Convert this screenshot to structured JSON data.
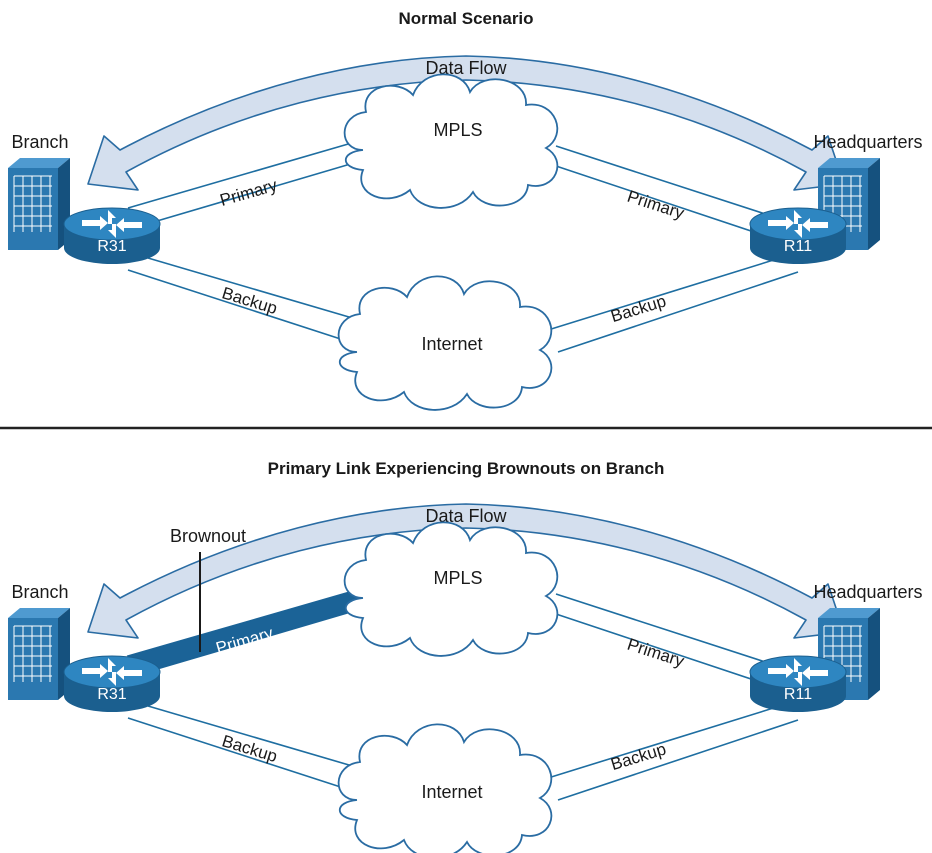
{
  "colors": {
    "link": "#1e6ea1",
    "router_top": "#2e86c1",
    "router_side": "#1b5f8f",
    "building_front": "#2b78b0",
    "building_side": "#15517e",
    "arrow_fill": "#d4dfee",
    "arrow_stroke": "#2a6ca3",
    "cloud_stroke": "#2a6ca3",
    "degraded_link": "#1b6397",
    "divider": "#222222"
  },
  "icons": {
    "site": "building-icon",
    "router": "router-icon",
    "wan": "cloud-icon",
    "flow": "curved-arrow-icon"
  },
  "panels": [
    {
      "title": "Normal Scenario",
      "flow_label": "Data Flow",
      "left_site": "Branch",
      "right_site": "Headquarters",
      "left_router": "R31",
      "right_router": "R11",
      "top_cloud": "MPLS",
      "bottom_cloud": "Internet",
      "links": {
        "left_primary": "Primary",
        "right_primary": "Primary",
        "left_backup": "Backup",
        "right_backup": "Backup"
      },
      "brownout_marker": ""
    },
    {
      "title": "Primary Link Experiencing Brownouts on Branch",
      "flow_label": "Data Flow",
      "left_site": "Branch",
      "right_site": "Headquarters",
      "left_router": "R31",
      "right_router": "R11",
      "top_cloud": "MPLS",
      "bottom_cloud": "Internet",
      "links": {
        "left_primary": "Primary",
        "right_primary": "Primary",
        "left_backup": "Backup",
        "right_backup": "Backup"
      },
      "brownout_marker": "Brownout"
    }
  ]
}
